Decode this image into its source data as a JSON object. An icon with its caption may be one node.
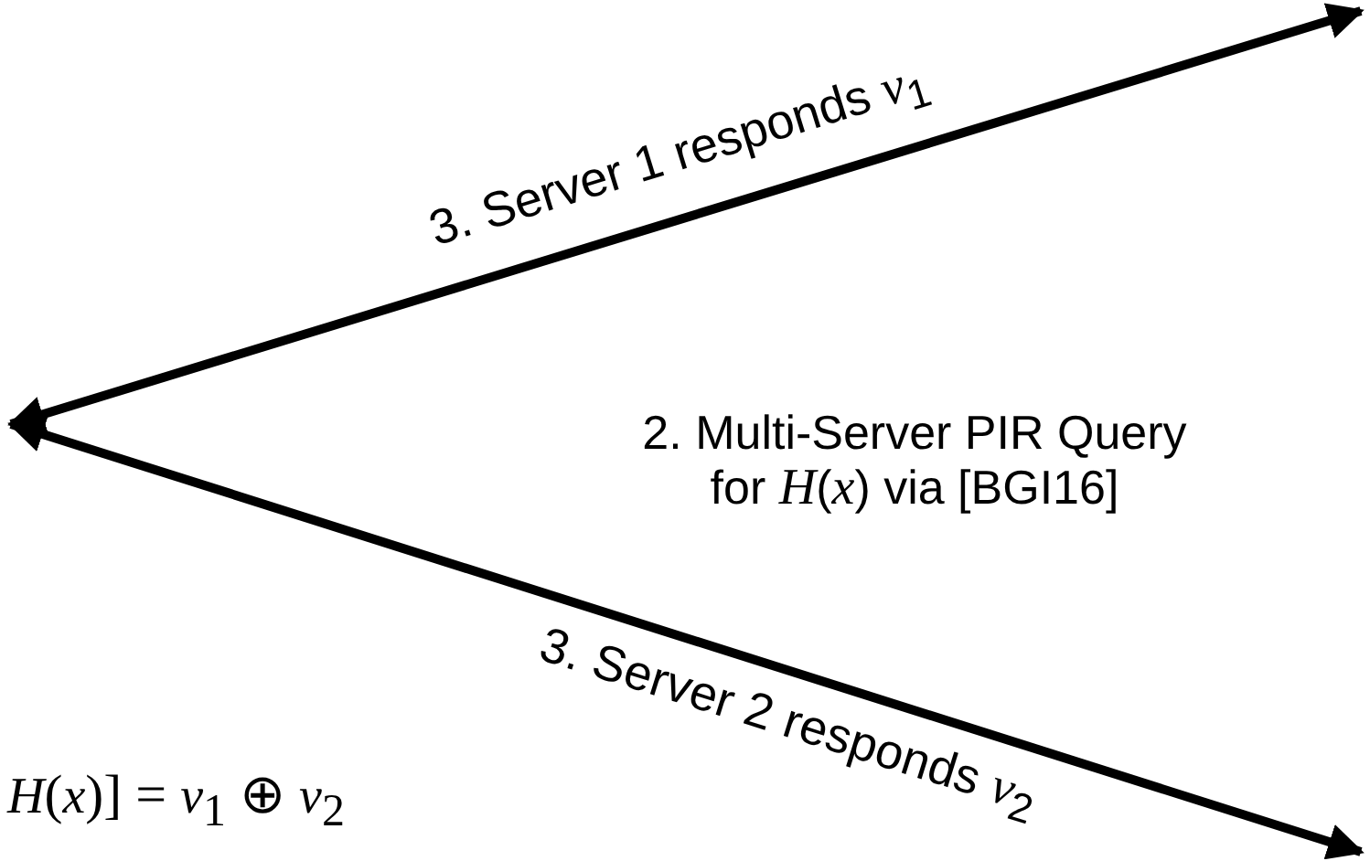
{
  "diagram": {
    "labels": [
      "3. Server 1 responds *v*$_{1}$",
      "2. Multi-Server PIR Query for *H*(*x*) via [BGI16]",
      "3. Server 2 responds *v*$_{2}$",
      "*H*(*x*)] = *v*$_{1}$ ⊕ *v*$_{2}$"
    ]
  }
}
